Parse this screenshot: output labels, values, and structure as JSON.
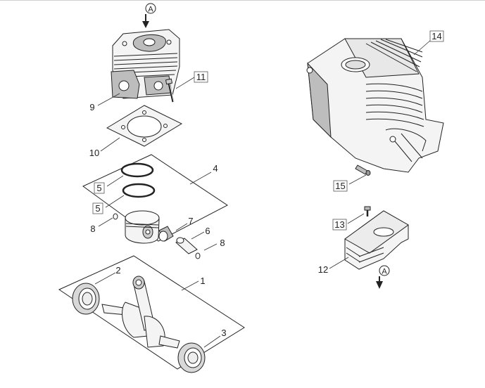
{
  "diagram": {
    "callouts": {
      "c1": "1",
      "c2": "2",
      "c3": "3",
      "c4": "4",
      "c5a": "5",
      "c5b": "5",
      "c6": "6",
      "c7": "7",
      "c8a": "8",
      "c8b": "8",
      "c9": "9",
      "c10": "10",
      "c11": "11",
      "c12": "12",
      "c13": "13",
      "c14": "14",
      "c15": "15"
    },
    "ref_markers": {
      "top": "A",
      "bottom": "A"
    }
  }
}
